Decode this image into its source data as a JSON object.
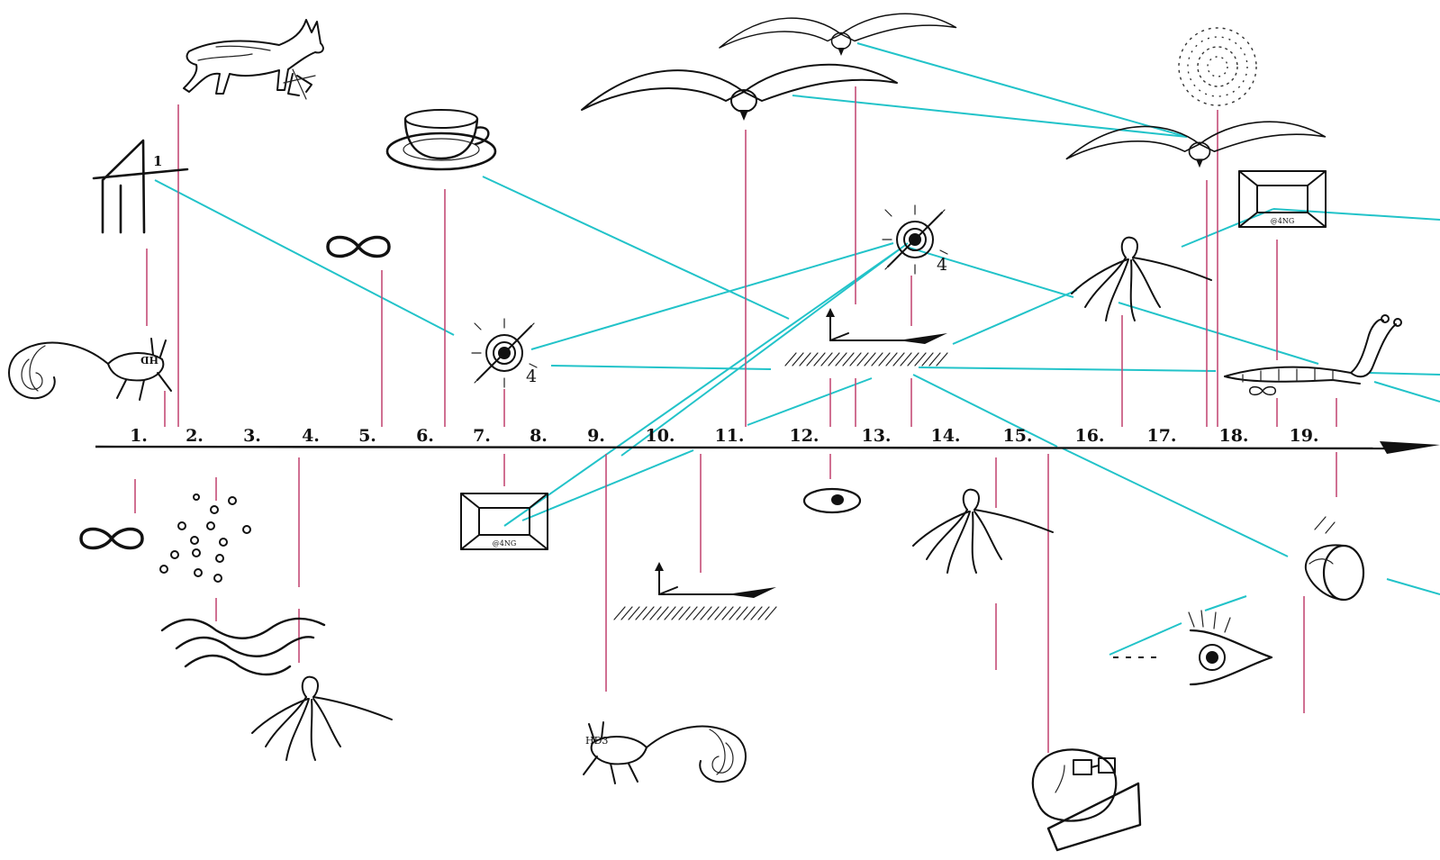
{
  "diagram": {
    "timeline_labels": [
      "1.",
      "2.",
      "3.",
      "4.",
      "5.",
      "6.",
      "7.",
      "8.",
      "9.",
      "10.",
      "11.",
      "12.",
      "13.",
      "14.",
      "15.",
      "16.",
      "17.",
      "18.",
      "19."
    ],
    "small_marks": {
      "house_number": "1",
      "sun_number_left": "4",
      "sun_number_right": "4",
      "box_caption_left": "@4NG",
      "box_caption_right": "@4NG",
      "squirrel_tag_top": "HD",
      "squirrel_tag_bottom": "HD3"
    },
    "icons": [
      "fox-icon",
      "house-icon",
      "teacup-icon",
      "infinity-icon",
      "squirrel-icon",
      "sun-eye-icon",
      "bird-icon",
      "moon-icon",
      "frame-box-icon",
      "octopus-icon",
      "axes-icon",
      "dots-icon",
      "waves-icon",
      "egg-icon",
      "horn-icon",
      "eye-icon",
      "head-icon",
      "snail-icon"
    ],
    "colors": {
      "connector_cyan": "#22c3c9",
      "stem_pink": "#c54c77",
      "ink": "#111111",
      "background": "#ffffff"
    }
  }
}
